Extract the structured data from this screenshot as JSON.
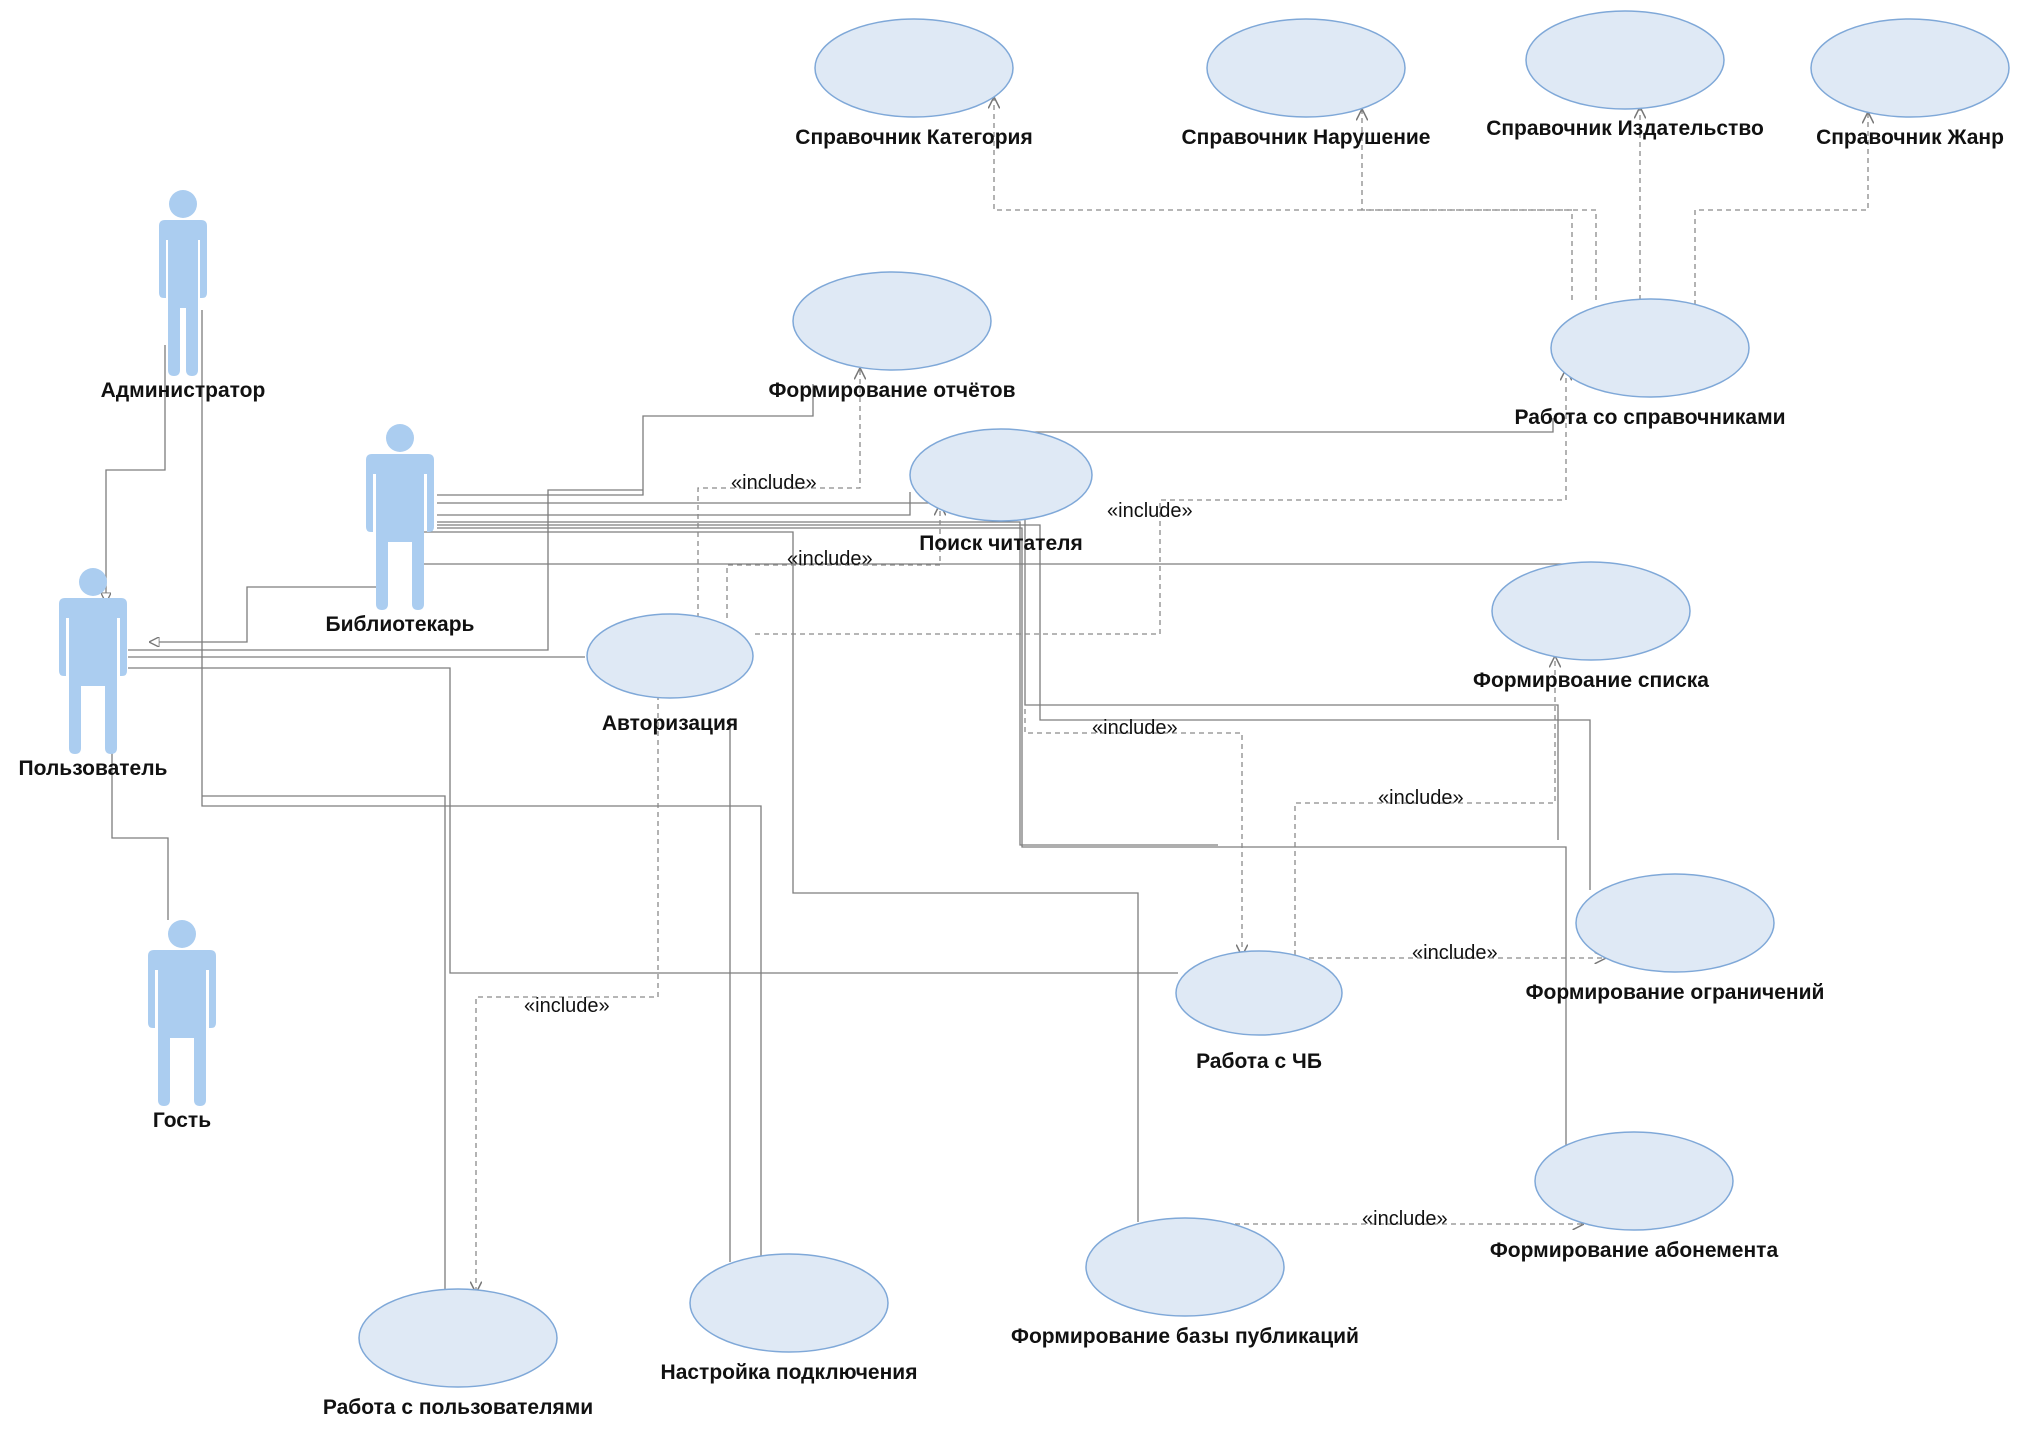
{
  "diagram": {
    "actors": [
      {
        "id": "admin",
        "label": "Администратор"
      },
      {
        "id": "librarian",
        "label": "Библиотекарь"
      },
      {
        "id": "user",
        "label": "Пользователь"
      },
      {
        "id": "guest",
        "label": "Гость"
      }
    ],
    "use_cases": [
      {
        "id": "ref_category",
        "label": "Справочник Категория"
      },
      {
        "id": "ref_violation",
        "label": "Справочник Нарушение"
      },
      {
        "id": "ref_publisher",
        "label": "Справочник Издательство"
      },
      {
        "id": "ref_genre",
        "label": "Справочник Жанр"
      },
      {
        "id": "reports",
        "label": "Формирование отчётов"
      },
      {
        "id": "refs_work",
        "label": "Работа со справочниками"
      },
      {
        "id": "reader_search",
        "label": "Поиск читателя"
      },
      {
        "id": "list_forming",
        "label": "Формирвоание списка"
      },
      {
        "id": "auth",
        "label": "Авторизация"
      },
      {
        "id": "restrictions",
        "label": "Формирование ограничений"
      },
      {
        "id": "blacklist",
        "label": "Работа с  ЧБ"
      },
      {
        "id": "subscription",
        "label": "Формирование абонемента"
      },
      {
        "id": "publications_db",
        "label": "Формирование базы публикаций"
      },
      {
        "id": "users_work",
        "label": "Работа с пользователями"
      },
      {
        "id": "connection",
        "label": "Настройка подключения"
      }
    ],
    "include_label": "«include»"
  }
}
